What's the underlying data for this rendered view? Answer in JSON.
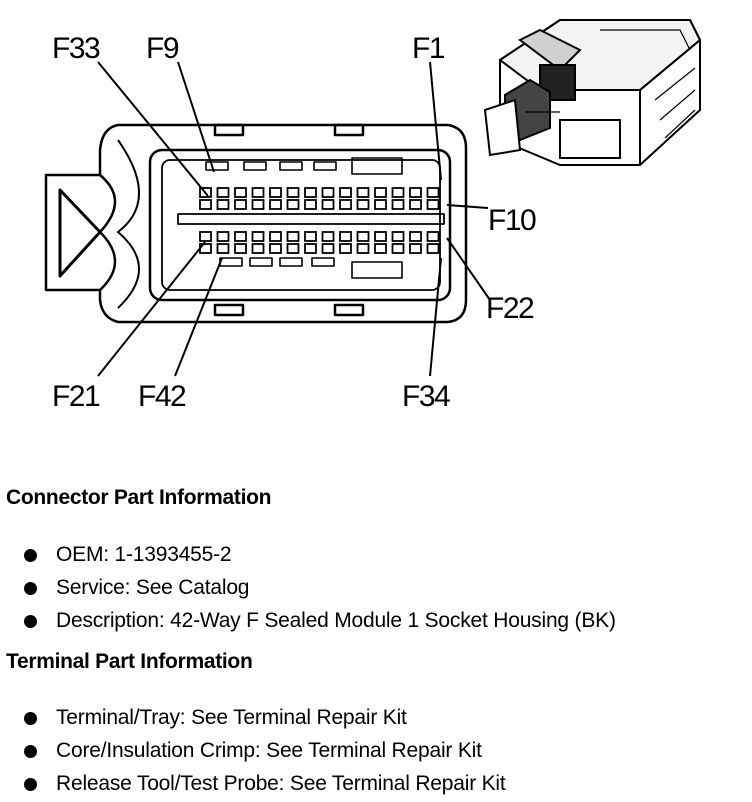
{
  "diagram": {
    "callouts": [
      "F33",
      "F9",
      "F1",
      "F10",
      "F22",
      "F21",
      "F42",
      "F34"
    ]
  },
  "connector_info": {
    "title": "Connector Part Information",
    "items": [
      "OEM: 1-1393455-2",
      "Service: See Catalog",
      "Description: 42-Way F Sealed Module 1 Socket Housing (BK)"
    ]
  },
  "terminal_info": {
    "title": "Terminal Part Information",
    "items": [
      "Terminal/Tray: See Terminal Repair Kit",
      "Core/Insulation Crimp: See Terminal Repair Kit",
      "Release Tool/Test Probe: See Terminal Repair Kit"
    ]
  }
}
